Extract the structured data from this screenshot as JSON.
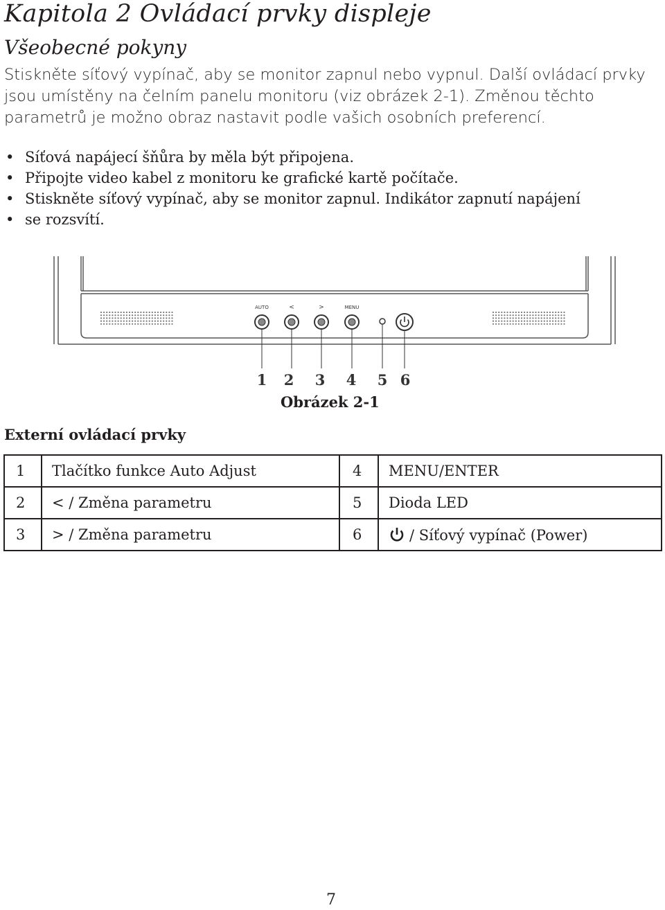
{
  "title": "Kapitola 2 Ovládací prvky displeje",
  "subtitle": "Všeobecné pokyny",
  "intro_lines": [
    "Stiskněte síťový vypínač, aby se monitor zapnul nebo vypnul. Další ovládací prvky",
    "jsou umístěny na čelním panelu monitoru (viz obrázek 2-1). Změnou těchto",
    "parametrů je možno obraz nastavit podle vašich osobních preferencí."
  ],
  "bullets": [
    "Síťová napájecí šňůra by měla být připojena.",
    "Připojte video kabel z monitoru ke grafické kartě počítače.",
    "Stiskněte síťový vypínač, aby se monitor zapnul. Indikátor zapnutí napájení",
    "se rozsvítí."
  ],
  "figure": {
    "button_labels": [
      "AUTO",
      "<",
      ">",
      "MENU"
    ],
    "callouts": [
      "1",
      "2",
      "3",
      "4",
      "5",
      "6"
    ],
    "caption": "Obrázek 2-1"
  },
  "section_title": "Externí ovládací prvky",
  "table": [
    {
      "n1": "1",
      "l1": "Tlačítko funkce Auto Adjust",
      "n2": "4",
      "l2": "MENU/ENTER"
    },
    {
      "n1": "2",
      "l1": "< / Změna parametru",
      "n2": "5",
      "l2": "Dioda LED"
    },
    {
      "n1": "3",
      "l1": "> / Změna parametru",
      "n2": "6",
      "l2": "/ Síťový vypínač (Power)"
    }
  ],
  "page_number": "7"
}
